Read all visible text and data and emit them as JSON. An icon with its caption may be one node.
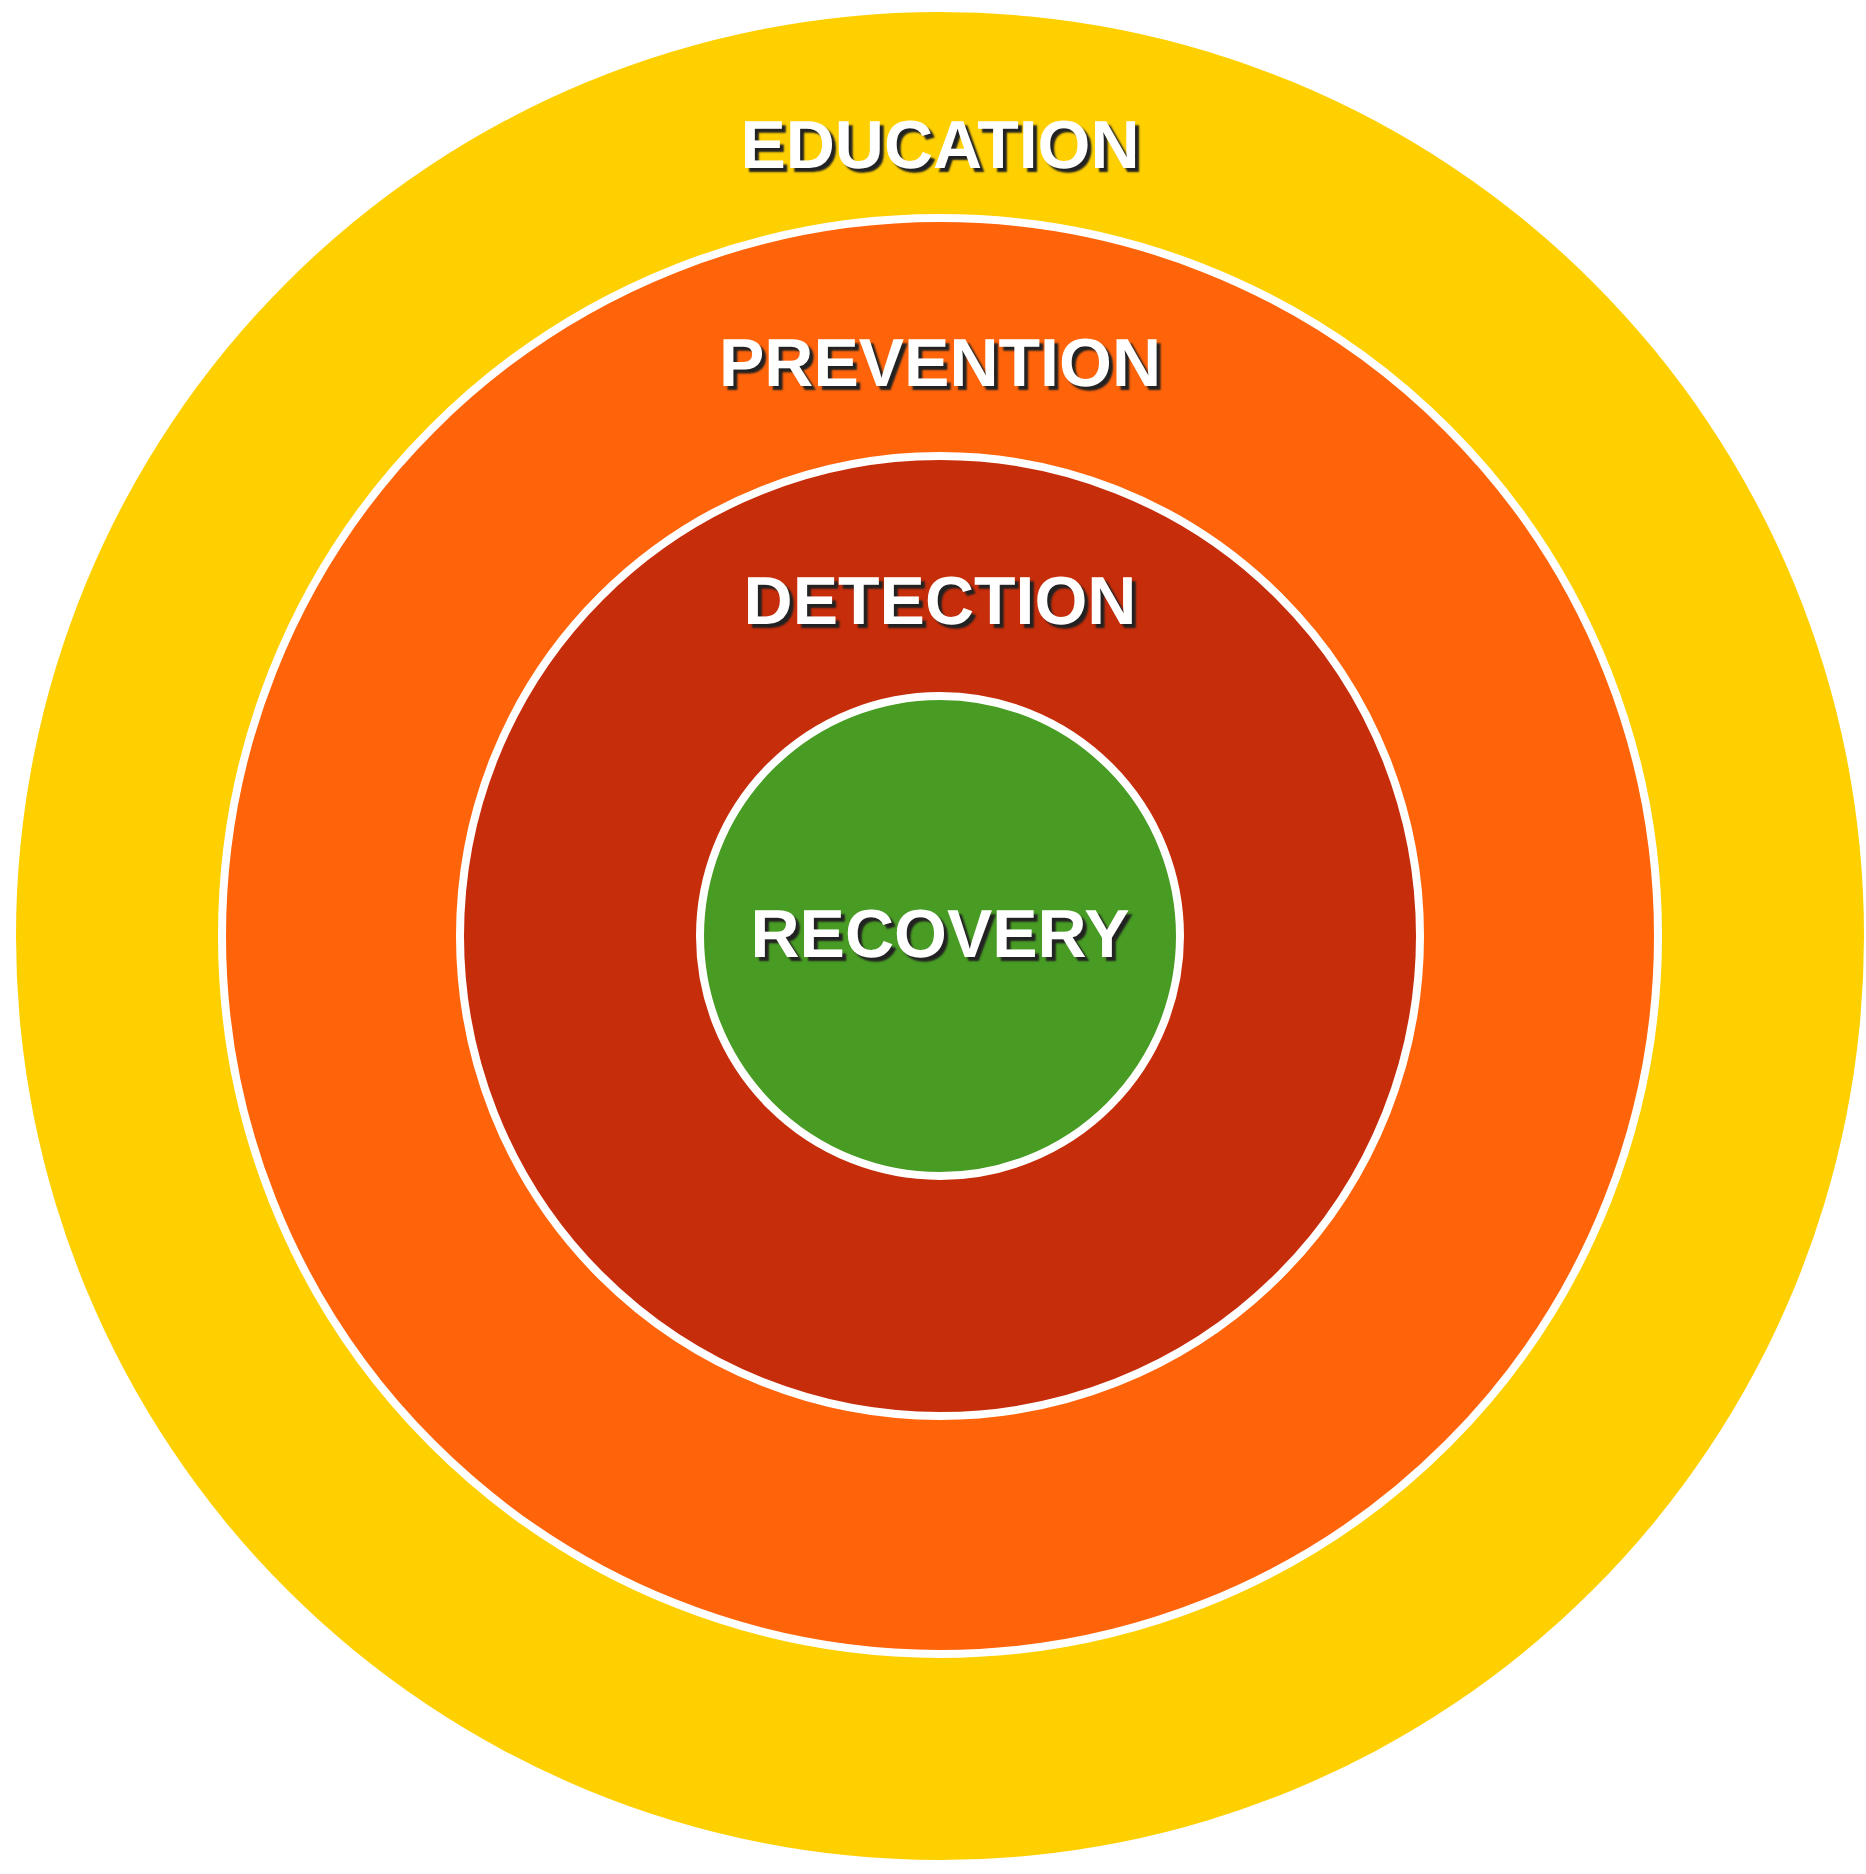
{
  "diagram": {
    "nodes": [
      {
        "text": [
          "EDUCATION"
        ]
      },
      {
        "text": [
          "PREVENTION"
        ],
        "in": 0
      },
      {
        "text": [
          "DETECTION"
        ],
        "in": 1
      },
      {
        "text": [
          "RECOVERY"
        ],
        "in": 2
      }
    ]
  }
}
